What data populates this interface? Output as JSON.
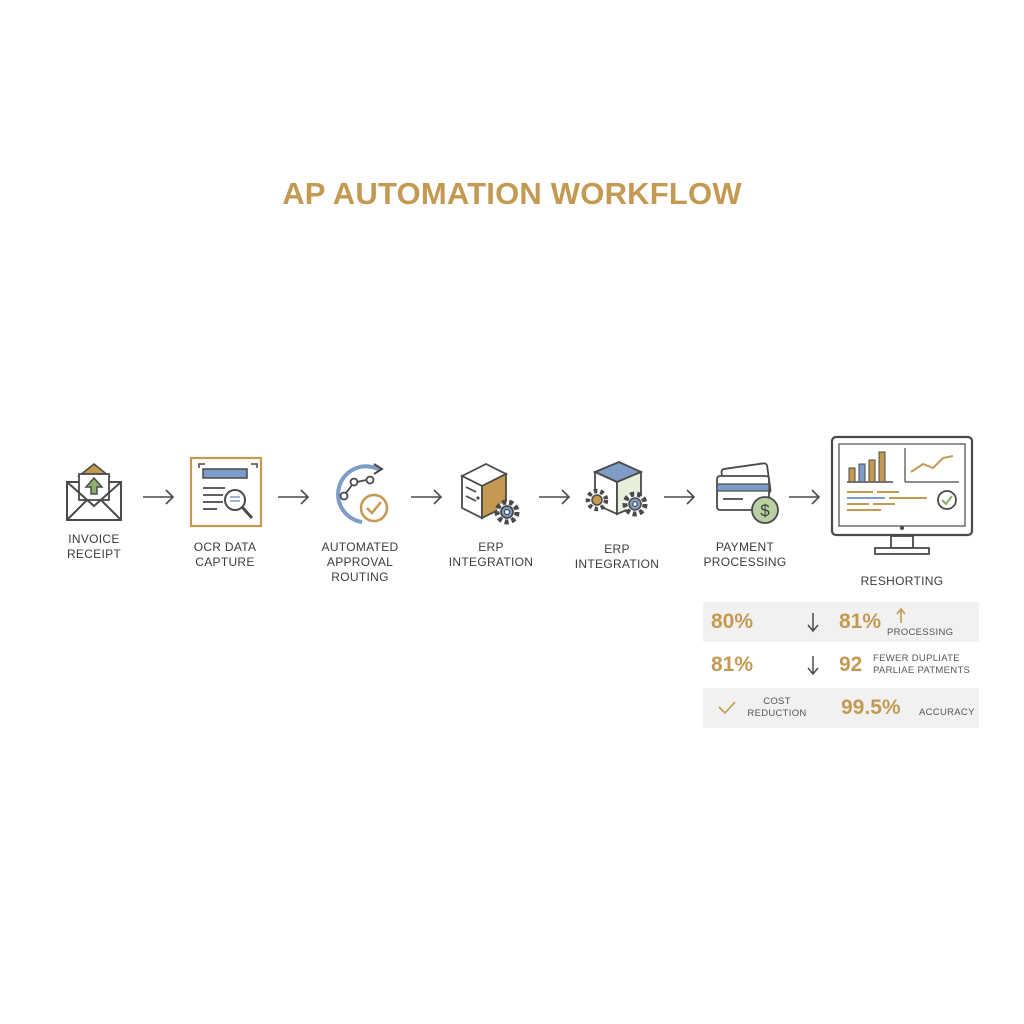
{
  "title": "AP AUTOMATION WORKFLOW",
  "steps": [
    {
      "line1": "INVOICE",
      "line2": "RECEIPT",
      "line3": "",
      "icon": "envelope-invoice-icon"
    },
    {
      "line1": "OCR DATA",
      "line2": "CAPTURE",
      "line3": "",
      "icon": "document-scan-icon"
    },
    {
      "line1": "AUTOMATED",
      "line2": "APPROVAL",
      "line3": "ROUTING",
      "icon": "approval-cycle-icon"
    },
    {
      "line1": "ERP",
      "line2": "INTEGRATION",
      "line3": "",
      "icon": "server-gear-icon"
    },
    {
      "line1": "ERP",
      "line2": "INTEGRATION",
      "line3": "",
      "icon": "cube-gears-icon"
    },
    {
      "line1": "PAYMENT",
      "line2": "PROCESSING",
      "line3": "",
      "icon": "card-payment-icon"
    },
    {
      "line1": "RESHORTING",
      "line2": "",
      "line3": "",
      "icon": "monitor-dashboard-icon"
    }
  ],
  "metrics": [
    {
      "a": "80%",
      "b": "81%",
      "label1": "PROCESSING",
      "label2": ""
    },
    {
      "a": "81%",
      "b": "92",
      "label1": "FEWER DUPLIATE",
      "label2": "PARLIAE PATMENTS"
    },
    {
      "a": "",
      "b": "99.5%",
      "label1": "ACCURACY",
      "label2": "",
      "left1": "COST",
      "left2": "REDUCTION"
    }
  ],
  "colors": {
    "accent": "#c49a52",
    "blue": "#7d9cc7",
    "green": "#8fae6e",
    "line": "#4a4a4a"
  }
}
